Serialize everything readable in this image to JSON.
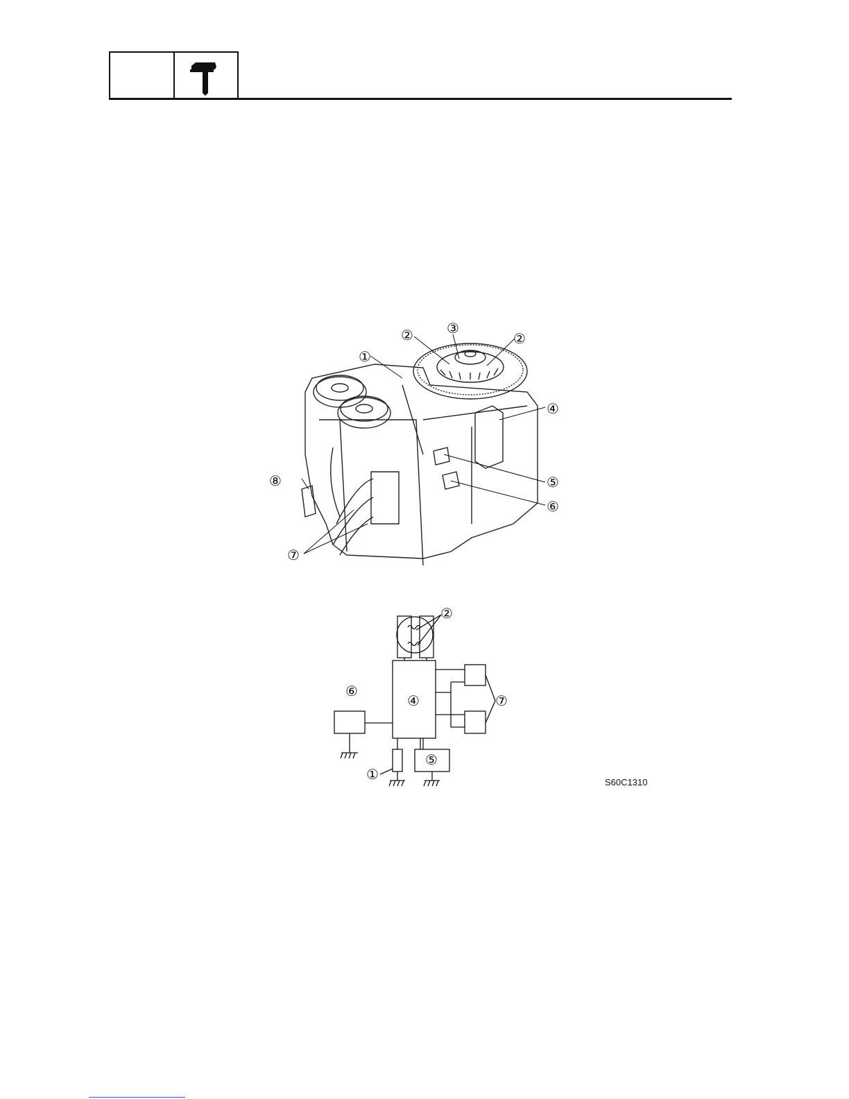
{
  "header": {
    "icon": "outboard-motor-icon"
  },
  "engine_figure": {
    "callouts": [
      "①",
      "②",
      "③",
      "②",
      "④",
      "⑤",
      "⑥",
      "⑦",
      "⑧"
    ]
  },
  "block_diagram": {
    "labels": {
      "pulser_coils": "②",
      "cdi_unit": "④",
      "crank_position": "⑥",
      "ignition_coils": "⑦",
      "item1": "①",
      "item5": "⑤"
    },
    "figure_code": "S60C1310"
  }
}
